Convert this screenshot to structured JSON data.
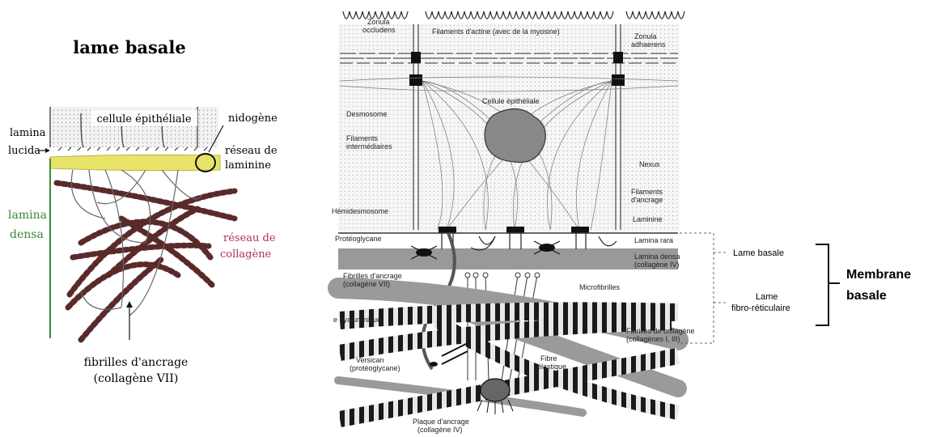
{
  "left_figure": {
    "title": "lame basale",
    "labels": {
      "cell": "cellule épithéliale",
      "nidogen": "nidogène",
      "lamina_lucida_1": "lamina",
      "lamina_lucida_2": "lucida",
      "laminin_1": "réseau de",
      "laminin_2": "laminine",
      "lamina_densa_1": "lamina",
      "lamina_densa_2": "densa",
      "collagen_1": "réseau de",
      "collagen_2": "collagène",
      "anchoring_1": "fibrilles d'ancrage",
      "anchoring_2": "(collagène VII)"
    },
    "colors": {
      "laminin": "#e8e46a",
      "densa": "#3a8a3a",
      "collagen_label": "#b0305a"
    }
  },
  "right_figure": {
    "labels": {
      "zonula_occ_1": "Zonula",
      "zonula_occ_2": "occludens",
      "actin": "Filaments d'actine (avec de la myosine)",
      "zonula_adh_1": "Zonula",
      "zonula_adh_2": "adhaerens",
      "desmosome": "Desmosome",
      "cell": "Cellule épithéliale",
      "intermediate_1": "Filaments",
      "intermediate_2": "intermédiaires",
      "nexus": "Nexus",
      "anchoring_filaments_1": "Filaments",
      "anchoring_filaments_2": "d'ancrage",
      "laminin": "Laminine",
      "hemidesmosome": "Hémidesmosome",
      "proteoglycan": "Protéoglycane",
      "lamina_rara": "Lamina rara",
      "lamina_densa_1": "Lamina densa",
      "lamina_densa_2": "(collagène IV)",
      "anchoring_fibrils_1": "Fibrilles d'ancrage",
      "anchoring_fibrils_2": "(collagène VII)",
      "microfibrils": "Microfibrilles",
      "hyaluronic": "e hyaluronique",
      "collagen_fibrils_1": "Fibrilles de collagène",
      "collagen_fibrils_2": "(collagènes I, III)",
      "versican_1": "Versican",
      "versican_2": "(protéoglycane)",
      "elastic_1": "Fibre",
      "elastic_2": "élastique",
      "plaque_1": "Plaque d'ancrage",
      "plaque_2": "(collagène IV)"
    }
  },
  "annotations": {
    "lame_basale": "Lame basale",
    "lame_fibro_1": "Lame",
    "lame_fibro_2": "fibro-réticulaire",
    "membrane_1": "Membrane",
    "membrane_2": "basale"
  }
}
